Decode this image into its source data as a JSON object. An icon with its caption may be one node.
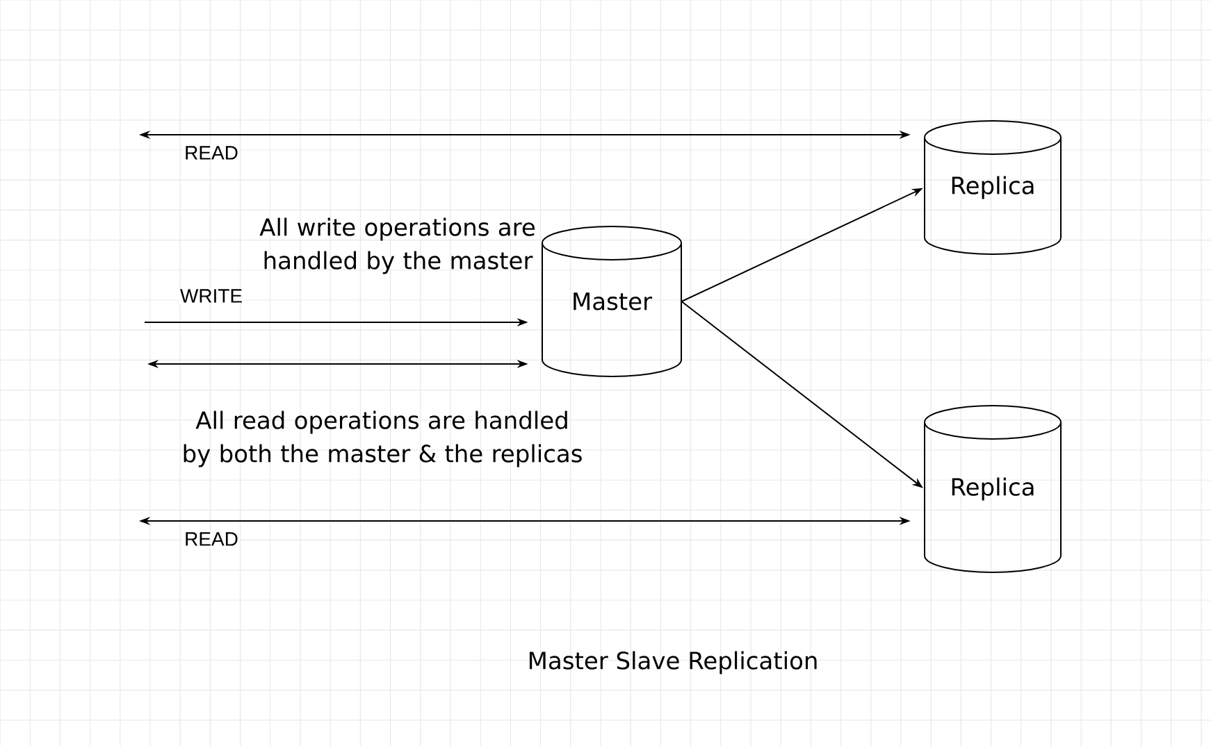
{
  "diagram": {
    "caption": "Master Slave Replication",
    "nodes": [
      {
        "text": [
          "Replica"
        ]
      },
      {
        "text": [
          "Master"
        ]
      },
      {
        "text": [
          "Replica"
        ]
      }
    ],
    "edges": [
      {
        "from": null,
        "to": 0,
        "arrow": "both",
        "label": "READ"
      },
      {
        "from": null,
        "to": 1,
        "arrow": "to",
        "label": "WRITE"
      },
      {
        "from": null,
        "to": 1,
        "arrow": "both"
      },
      {
        "from": null,
        "to": 2,
        "arrow": "both",
        "label": "READ"
      },
      {
        "from": 1,
        "to": 0,
        "arrow": "to"
      },
      {
        "from": 1,
        "to": 2,
        "arrow": "to"
      }
    ],
    "labels": [
      "All write operations are handled by the master",
      "All read operations are handled by both the master & the replicas"
    ]
  }
}
